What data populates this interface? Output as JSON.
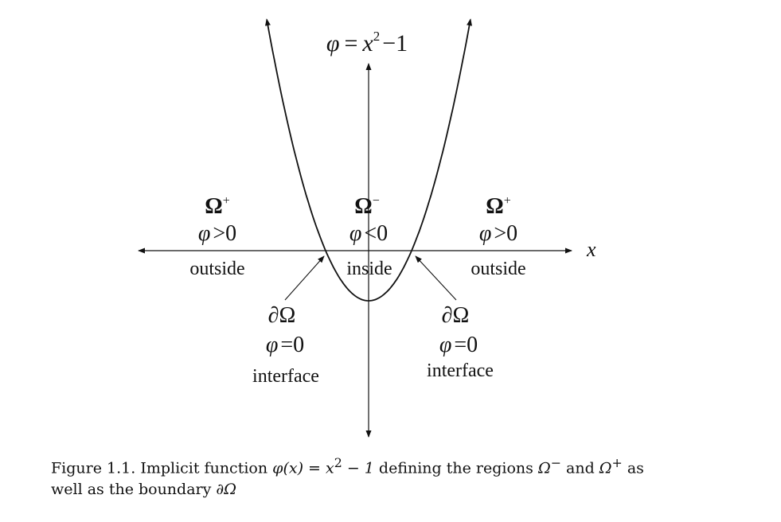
{
  "diagram": {
    "title": {
      "lhs": "φ",
      "eq": "=",
      "var": "x",
      "exp": "2",
      "rest": "−1"
    },
    "x_axis_label": "x",
    "function": {
      "formula": "phi(x) = x^2 - 1",
      "coefficient": 1,
      "offset": -1
    },
    "regions": {
      "left": {
        "symbol": "Ω",
        "sup": "+",
        "cond_var": "φ",
        "cond": ">0",
        "word": "outside"
      },
      "middle": {
        "symbol": "Ω",
        "sup": "−",
        "cond_var": "φ",
        "cond": "<0",
        "word": "inside"
      },
      "right": {
        "symbol": "Ω",
        "sup": "+",
        "cond_var": "φ",
        "cond": ">0",
        "word": "outside"
      }
    },
    "interfaces": {
      "left": {
        "symbol": "∂Ω",
        "cond_var": "φ",
        "cond": "=0",
        "word": "interface"
      },
      "right": {
        "symbol": "∂Ω",
        "cond_var": "φ",
        "cond": "=0",
        "word": "interface"
      }
    }
  },
  "caption": {
    "text1": "Figure 1.1. Implicit function ",
    "math1": "φ(x) = x",
    "exp1": "2",
    "math1b": " − 1",
    "text2": " defining the regions ",
    "omega_minus": "Ω",
    "sup_minus": "−",
    "text3": " and ",
    "omega_plus": "Ω",
    "sup_plus": "+",
    "text4": " as",
    "line2": "well as the boundary ",
    "boundary": "∂Ω"
  },
  "colors": {
    "ink": "#111111",
    "background": "#ffffff"
  }
}
